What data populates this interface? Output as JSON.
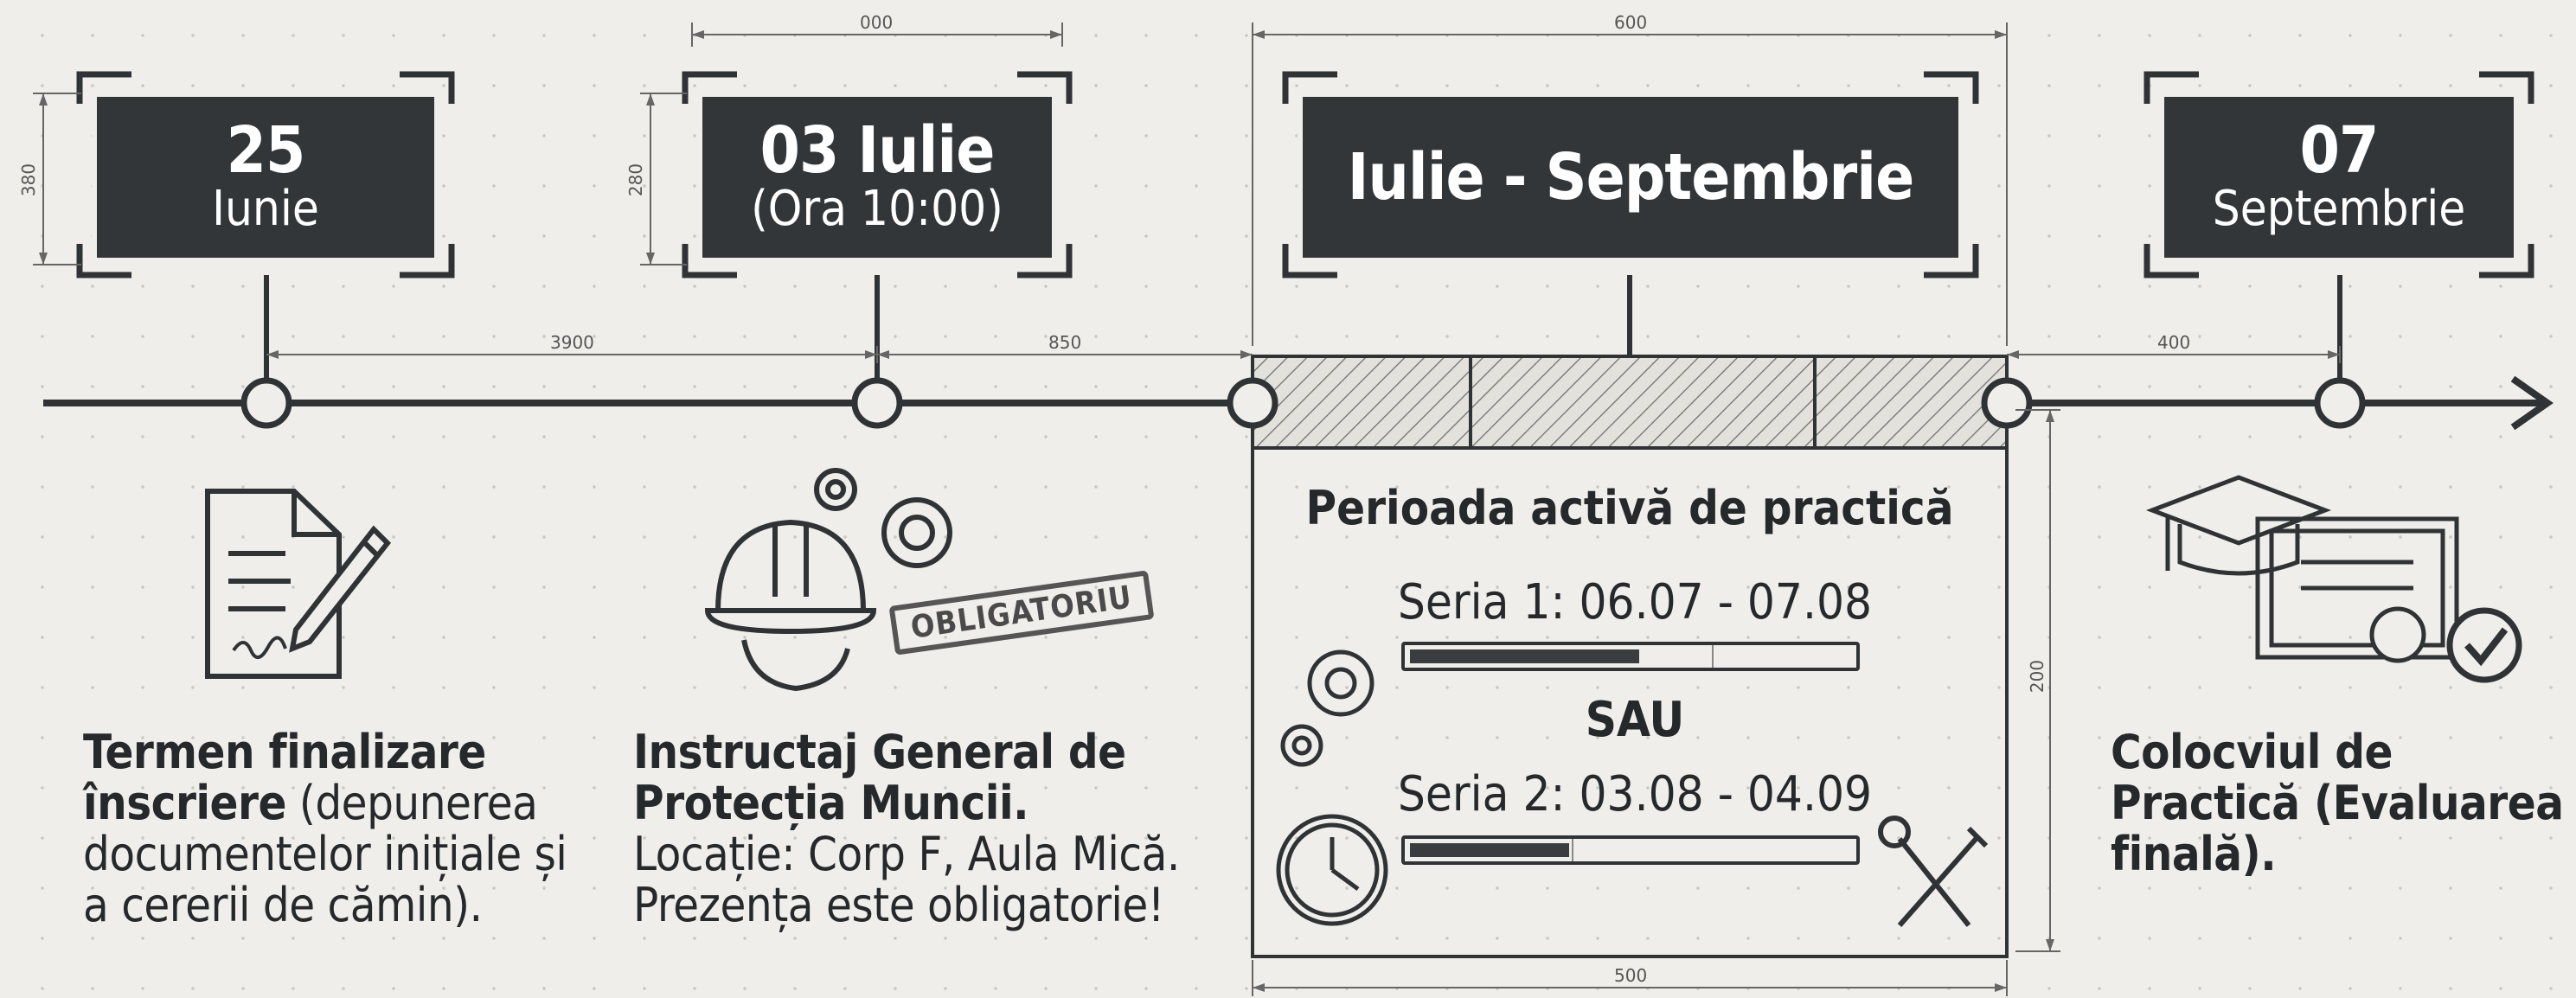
{
  "milestones": [
    {
      "big": "25",
      "small": "Iunie"
    },
    {
      "big": "03 Iulie",
      "small": "(Ora 10:00)"
    },
    {
      "big": "Iulie - Septembrie",
      "small": ""
    },
    {
      "big": "07",
      "small": "Septembrie"
    }
  ],
  "dimensions": {
    "d000": "000",
    "d600": "600",
    "d3900": "3900",
    "d850": "850",
    "d400": "400",
    "d380": "380",
    "d280": "280",
    "d200": "200",
    "d500": "500"
  },
  "descriptions": {
    "first_bold": "Termen finalizare înscriere",
    "first_rest": " (depunerea documentelor inițiale și a cererii de cămin).",
    "second_bold": "Instructaj General de Protecția Muncii.",
    "second_rest": "Locație: Corp F, Aula Mică. Prezența este obligatorie!",
    "fourth": "Colocviul de Practică (Evaluarea finală)."
  },
  "stamp": "OBLIGATORIU",
  "practice": {
    "title": "Perioada activă de practică",
    "series1": "Seria 1: 06.07 - 07.08",
    "series1_progress": 0.52,
    "or": "SAU",
    "series2": "Seria 2: 03.08 - 04.09",
    "series2_progress": 0.36
  },
  "colors": {
    "box": "#333638",
    "line": "#2f3336",
    "background": "#efeeea"
  }
}
